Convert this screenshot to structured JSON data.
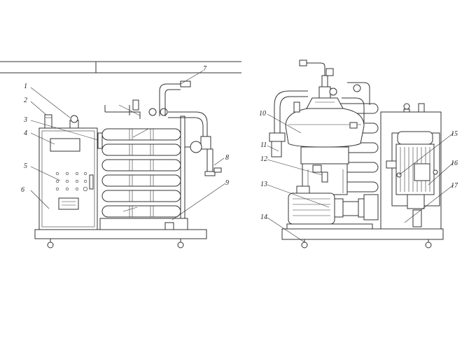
{
  "figure": {
    "left_unit_labels": [
      "1",
      "2",
      "3",
      "4",
      "5",
      "6",
      "7",
      "8",
      "9"
    ],
    "right_unit_labels": [
      "10",
      "11",
      "12",
      "13",
      "14",
      "15",
      "16",
      "17"
    ]
  },
  "colors": {
    "line": "#333333",
    "background": "#ffffff"
  }
}
